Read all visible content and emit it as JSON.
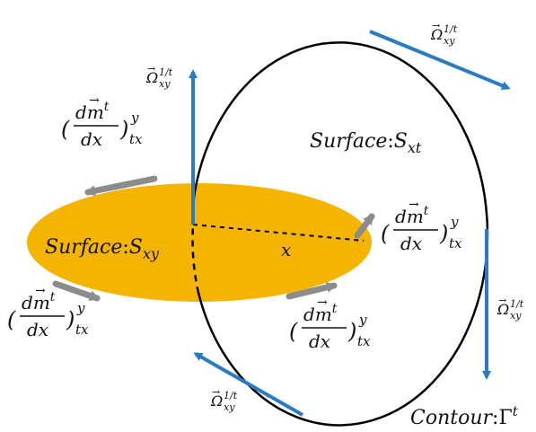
{
  "colors": {
    "surface_fill": "#F5B400",
    "arrow_blue": "#2B7BC4",
    "arrow_grey": "#8C8C8C",
    "outline": "#000000",
    "text": "#111111"
  },
  "labels": {
    "surface_xy_word": "Surface",
    "surface_xy_sub": "xy",
    "surface_xt_word": "Surface",
    "surface_xt_sub": "xt",
    "surface_symbol": "S",
    "contour_word": "Contour",
    "contour_symbol": "Γ",
    "contour_sup": "t",
    "radius": "x",
    "colon": ":"
  },
  "omega_label": {
    "symbol": "Ω",
    "vec_mark": "→",
    "sup": "1/t",
    "sub": "xy"
  },
  "derivative_label": {
    "open": "(",
    "close": ")",
    "numerator_d": "d",
    "numerator_m": "m",
    "numerator_sup": "t",
    "denominator": "dx",
    "sup": "y",
    "sub": "tx"
  }
}
